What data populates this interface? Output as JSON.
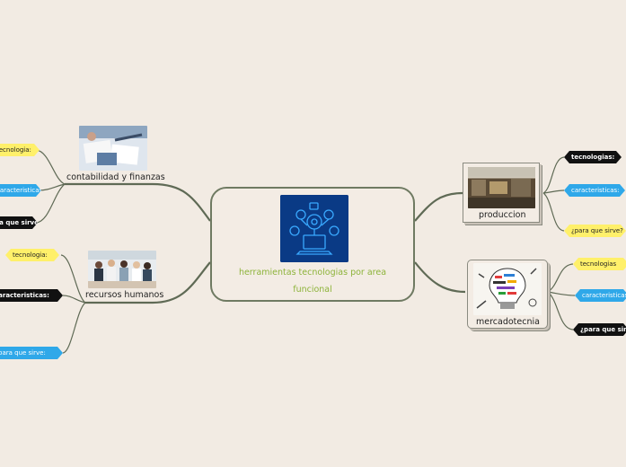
{
  "central": {
    "title": "herramientas tecnologias por area funcional",
    "image_icon": "laptop-gears-icon"
  },
  "branches": {
    "contabilidad": {
      "label": "contabilidad y finanzas",
      "tags": [
        "tecnologia:",
        "caracteristicas:",
        "para que sirve?"
      ]
    },
    "recursos": {
      "label": "recursos humanos",
      "tags": [
        "tecnologia:",
        "caracteristicas:",
        "para que sirve:"
      ]
    },
    "produccion": {
      "label": "produccion",
      "tags": [
        "tecnologias:",
        "caracteristicas:",
        "¿para que sirve?"
      ]
    },
    "mercadotecnia": {
      "label": "mercadotecnia",
      "tags": [
        "tecnologias",
        "caracteristicas",
        "¿para que sirve?"
      ]
    }
  },
  "colors": {
    "background": "#f2ebe3",
    "central_border": "#6f7a62",
    "central_text": "#8db33a",
    "connector": "#5f6a55",
    "tag_yellow": "#fff06a",
    "tag_blue": "#2fa8e9",
    "tag_black": "#111111"
  }
}
